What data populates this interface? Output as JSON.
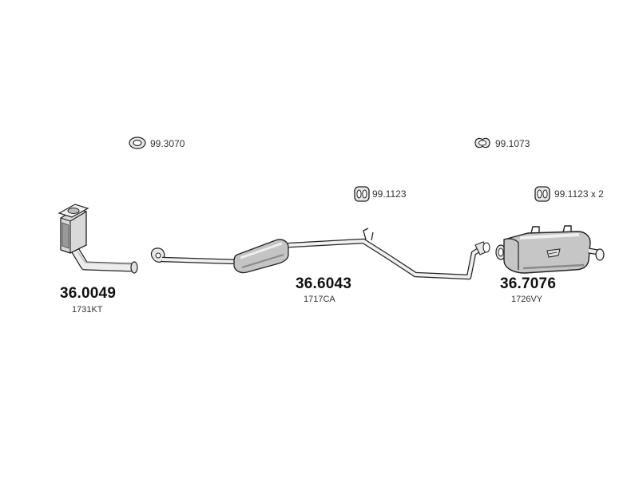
{
  "accessories": [
    {
      "id": "ring-gasket",
      "icon": "ring-gasket-icon",
      "label": "99.3070"
    },
    {
      "id": "clamp-gasket",
      "icon": "clamp-gasket-icon",
      "label": "99.1073"
    },
    {
      "id": "hanger-mid",
      "icon": "rubber-hanger-icon",
      "label": "99.1123"
    },
    {
      "id": "hanger-rear",
      "icon": "rubber-hanger-icon",
      "label": "99.1123 x 2"
    }
  ],
  "components": [
    {
      "id": "catalytic-converter",
      "part_number": "36.0049",
      "code": "1731KT"
    },
    {
      "id": "middle-pipe",
      "part_number": "36.6043",
      "code": "1717CA"
    },
    {
      "id": "rear-silencer",
      "part_number": "36.7076",
      "code": "1726VY"
    }
  ],
  "colors": {
    "line": "#222222",
    "fill_light": "#e8e8e8",
    "fill_mid": "#bdbdbd",
    "fill_dark": "#8a8a8a"
  }
}
